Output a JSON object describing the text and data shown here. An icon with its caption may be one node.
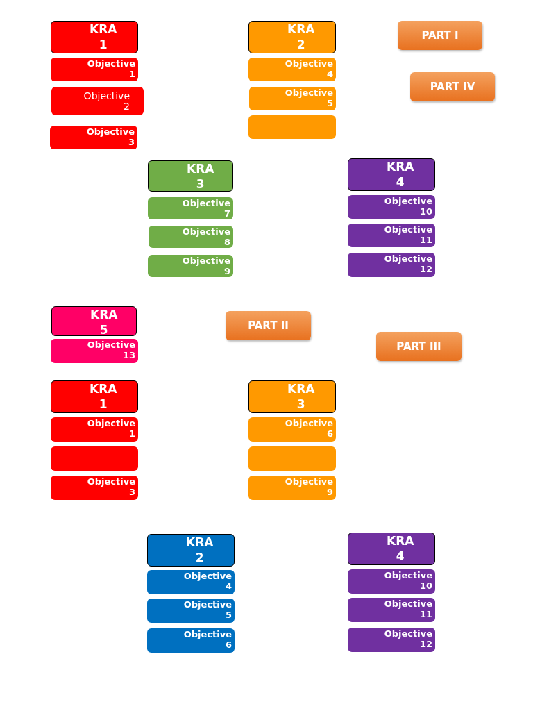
{
  "diagram": {
    "nodes": [
      {
        "text": [
          "KRA 1"
        ]
      },
      {
        "text": [
          "KRA 2"
        ]
      },
      {
        "text": [
          "PART I"
        ]
      },
      {
        "text": [
          "Objective 1"
        ]
      },
      {
        "text": [
          "Objective 4"
        ]
      },
      {
        "text": [
          "PART IV"
        ]
      },
      {
        "text": [
          "Objective 2"
        ]
      },
      {
        "text": [
          "Objective 5"
        ]
      },
      {
        "text": [],
        "shape": "box"
      },
      {
        "text": [
          "Objective 3"
        ]
      },
      {
        "text": [
          "KRA 3"
        ]
      },
      {
        "text": [
          "KRA 4"
        ]
      },
      {
        "text": [
          "Objective 7"
        ]
      },
      {
        "text": [
          "Objective 10"
        ]
      },
      {
        "text": [
          "Objective 8"
        ]
      },
      {
        "text": [
          "Objective 11"
        ]
      },
      {
        "text": [
          "Objective 9"
        ]
      },
      {
        "text": [
          "Objective 12"
        ]
      },
      {
        "text": [
          "KRA 5"
        ]
      },
      {
        "text": [
          "PART II"
        ]
      },
      {
        "text": [
          "Objective 13"
        ]
      },
      {
        "text": [
          "PART III"
        ]
      },
      {
        "text": [
          "KRA 1"
        ]
      },
      {
        "text": [
          "KRA 3"
        ]
      },
      {
        "text": [
          "Objective 1"
        ]
      },
      {
        "text": [
          "Objective 6"
        ]
      },
      {
        "text": [],
        "shape": "box"
      },
      {
        "text": [],
        "shape": "box"
      },
      {
        "text": [
          "Objective 3"
        ]
      },
      {
        "text": [
          "Objective 9"
        ]
      },
      {
        "text": [
          "KRA 2"
        ]
      },
      {
        "text": [
          "KRA 4"
        ]
      },
      {
        "text": [
          "Objective 4"
        ]
      },
      {
        "text": [
          "Objective 10"
        ]
      },
      {
        "text": [
          "Objective 5"
        ]
      },
      {
        "text": [
          "Objective 11"
        ]
      },
      {
        "text": [
          "Objective 6"
        ]
      },
      {
        "text": [
          "Objective 12"
        ]
      }
    ]
  }
}
